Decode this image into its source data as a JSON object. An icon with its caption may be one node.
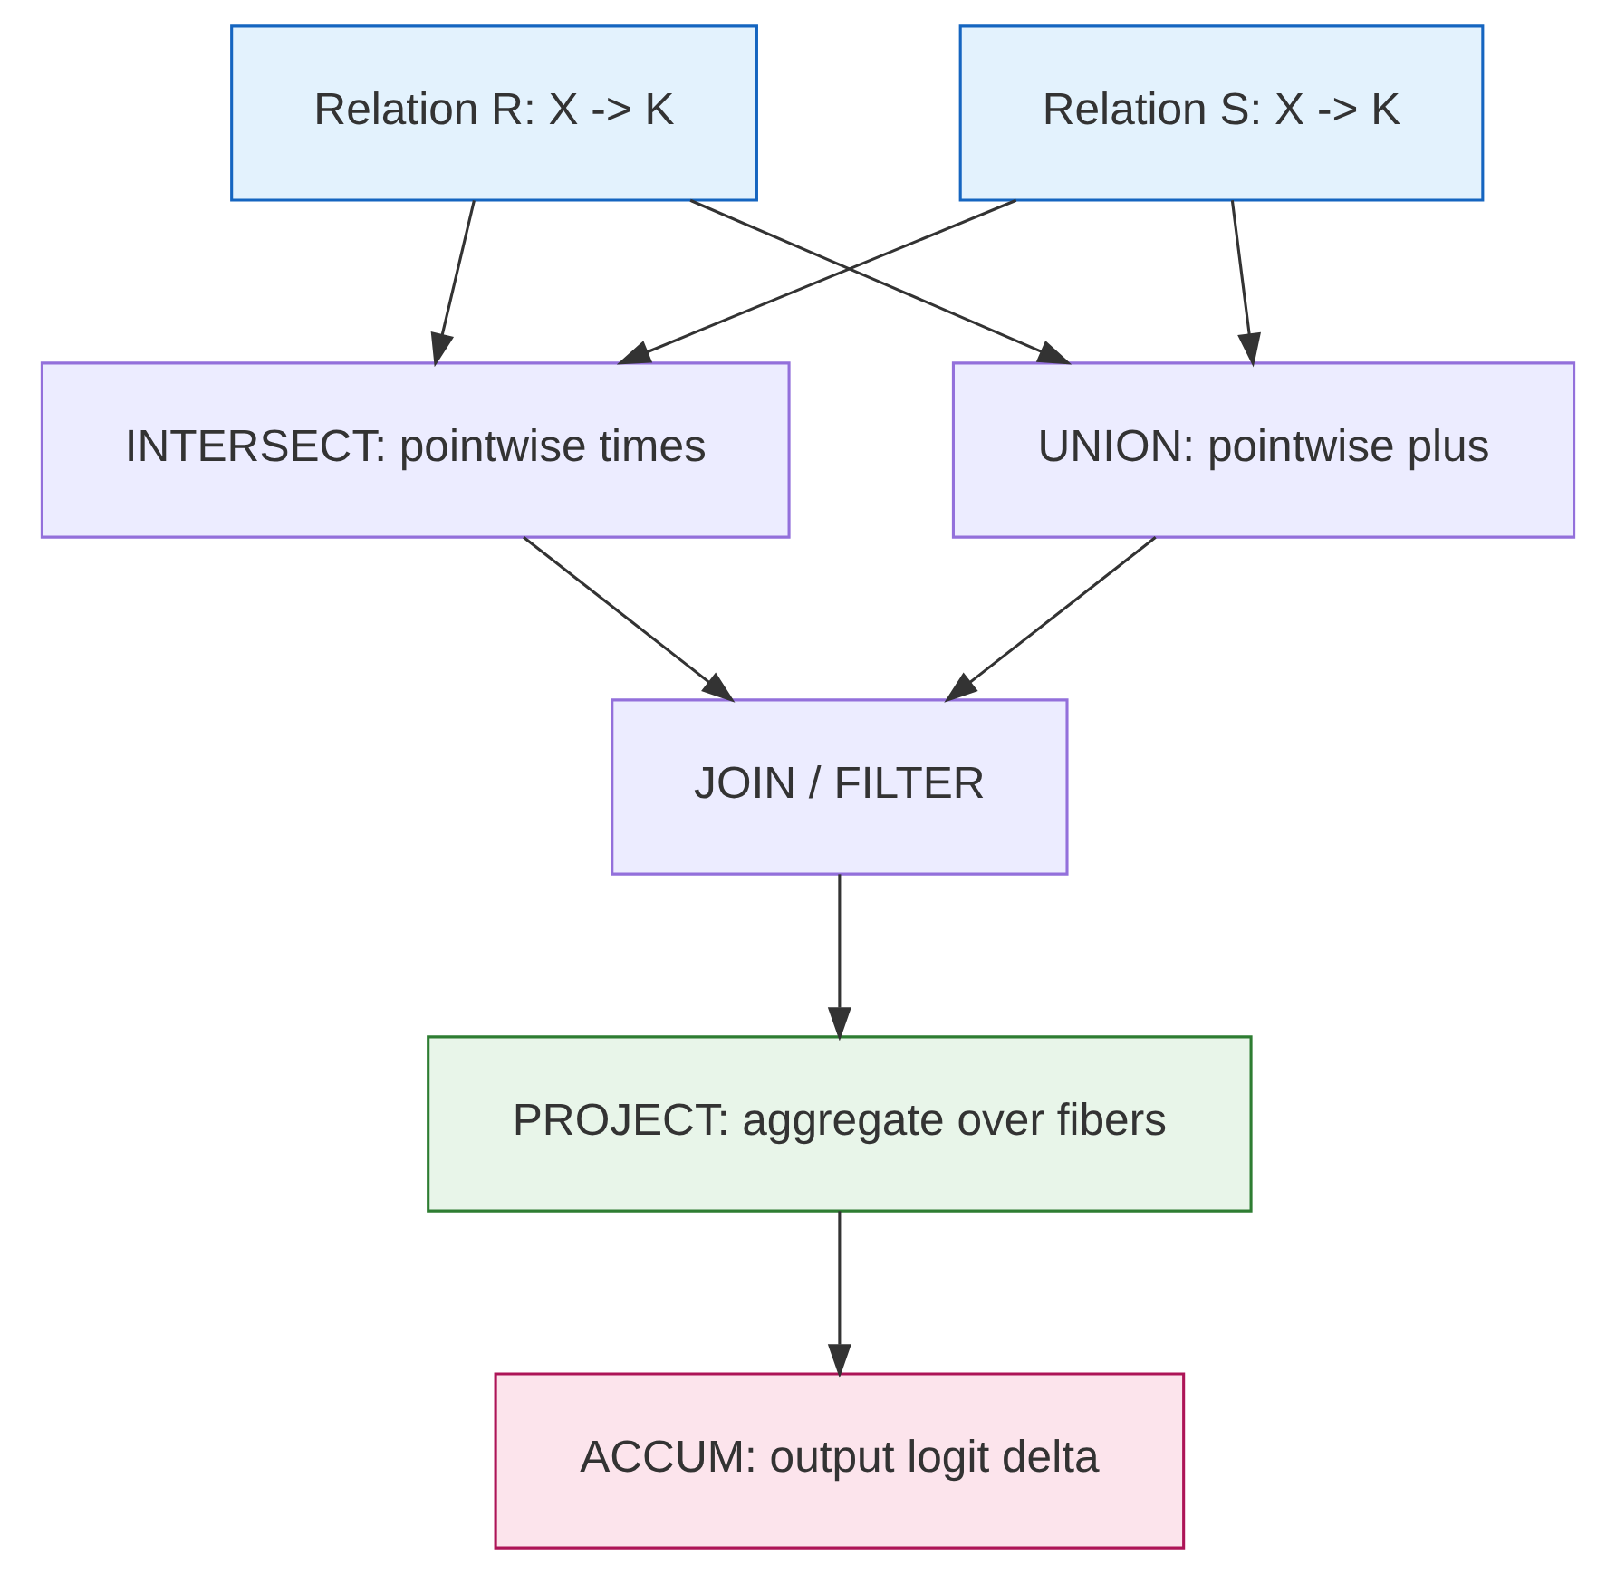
{
  "diagram": {
    "nodes": [
      {
        "text": [
          "Relation R: X -> K"
        ]
      },
      {
        "text": [
          "Relation S: X -> K"
        ]
      },
      {
        "text": [
          "INTERSECT: pointwise times"
        ]
      },
      {
        "text": [
          "UNION: pointwise plus"
        ]
      },
      {
        "text": [
          "JOIN / FILTER"
        ]
      },
      {
        "text": [
          "PROJECT: aggregate over fibers"
        ]
      },
      {
        "text": [
          "ACCUM: output logit delta"
        ]
      }
    ],
    "edges": [
      {
        "from": 0,
        "to": 2,
        "arrow": "to"
      },
      {
        "from": 0,
        "to": 3,
        "arrow": "to"
      },
      {
        "from": 1,
        "to": 2,
        "arrow": "to"
      },
      {
        "from": 1,
        "to": 3,
        "arrow": "to"
      },
      {
        "from": 2,
        "to": 4,
        "arrow": "to"
      },
      {
        "from": 3,
        "to": 4,
        "arrow": "to"
      },
      {
        "from": 4,
        "to": 5,
        "arrow": "to"
      },
      {
        "from": 5,
        "to": 6,
        "arrow": "to"
      }
    ]
  }
}
